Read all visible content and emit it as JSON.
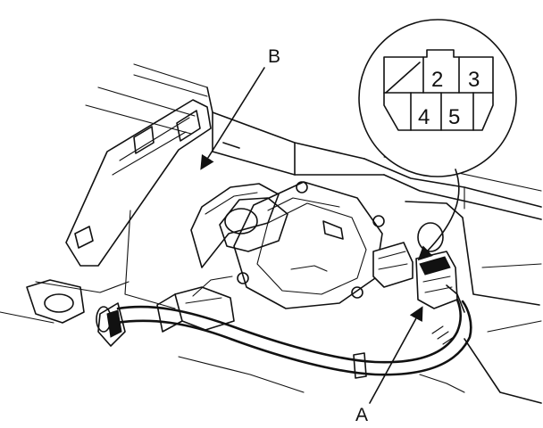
{
  "labels": {
    "a": "A",
    "b": "B"
  },
  "connector_pins": [
    "2",
    "3",
    "4",
    "5"
  ],
  "colors": {
    "ink": "#111111",
    "paper": "#ffffff"
  }
}
